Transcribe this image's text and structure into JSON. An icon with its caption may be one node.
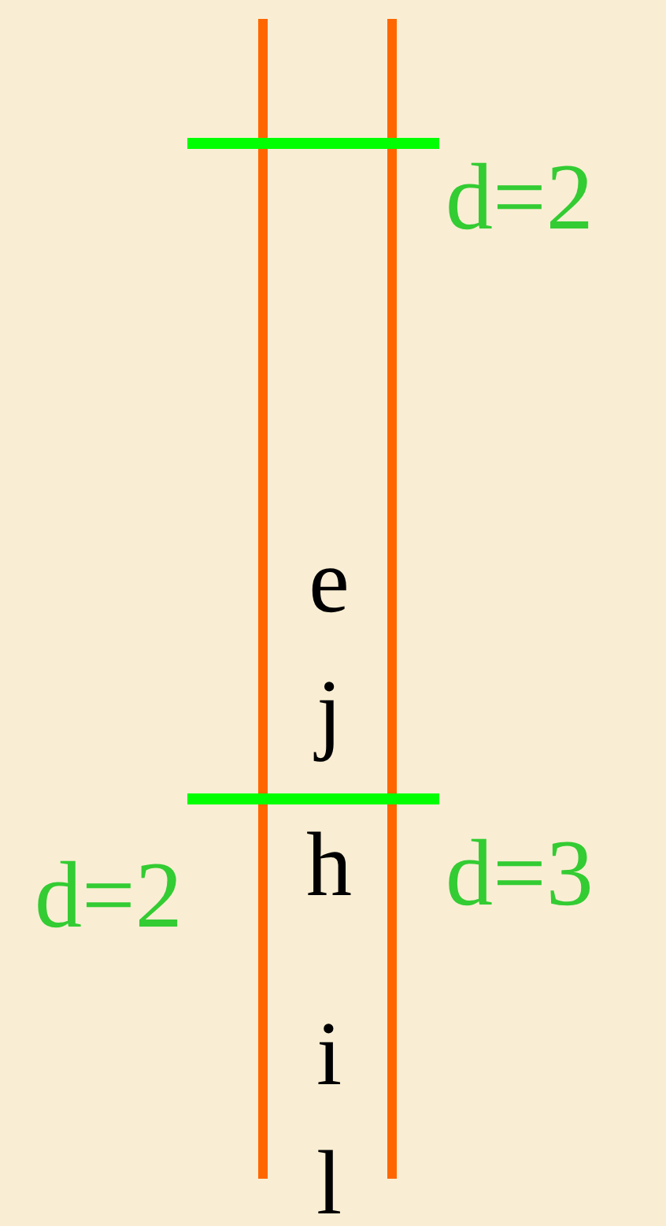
{
  "diagram": {
    "labels": [
      "d=2",
      "e",
      "j",
      "d=2",
      "h",
      "d=3",
      "i",
      "l"
    ]
  }
}
